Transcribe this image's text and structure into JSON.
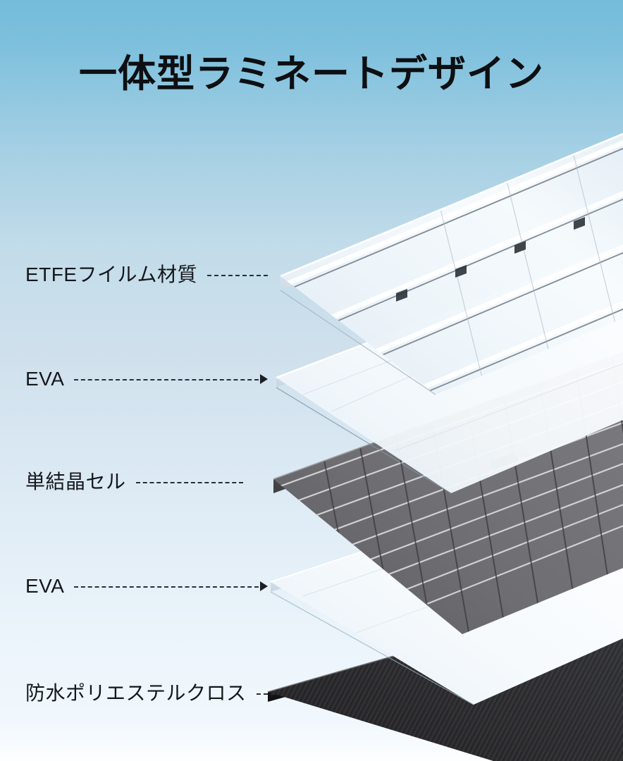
{
  "page": {
    "title": "一体型ラミネートデザイン",
    "background_top_color": "#74bcdb",
    "background_bottom_color": "#fdfeff",
    "text_color": "#14171c"
  },
  "diagram": {
    "type": "exploded-layer-stack",
    "subject": "solar-panel-laminate-cross-section",
    "layers": [
      {
        "id": "etfe",
        "label": "ETFEフイルム材質",
        "color": "#eef4f8",
        "description": "ribbed translucent top film sheet",
        "dash_length": 86,
        "has_arrow": false
      },
      {
        "id": "eva-top",
        "label": "EVA",
        "color": "#f2f7fb",
        "description": "thin translucent encapsulant sheet",
        "dash_length": 262,
        "has_arrow": true
      },
      {
        "id": "cell",
        "label": "単結晶セル",
        "color": "#6a6a6d",
        "description": "monocrystalline cell matrix with busbars",
        "dash_length": 152,
        "has_arrow": true
      },
      {
        "id": "eva-bottom",
        "label": "EVA",
        "color": "#f4f8fb",
        "description": "thin translucent encapsulant sheet",
        "dash_length": 262,
        "has_arrow": true
      },
      {
        "id": "cloth",
        "label": "防水ポリエステルクロス",
        "color": "#1d1d1f",
        "description": "black woven waterproof polyester backing cloth",
        "dash_length": 26,
        "has_arrow": false
      }
    ]
  }
}
